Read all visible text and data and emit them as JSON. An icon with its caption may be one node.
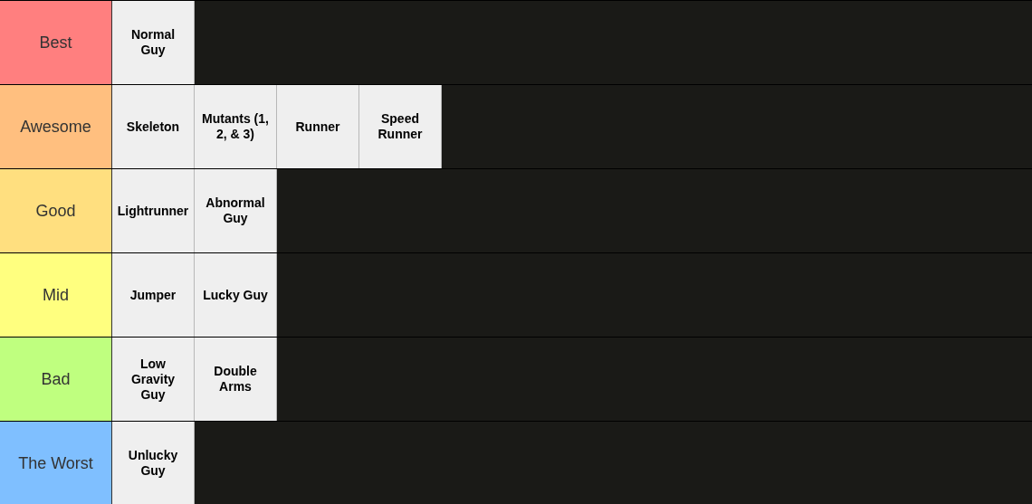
{
  "diagram": {
    "nodes": [
      {
        "text": [
          "Best"
        ]
      },
      {
        "text": [
          "Normal Guy"
        ],
        "in": 0
      },
      {
        "text": [
          "Awesome"
        ]
      },
      {
        "text": [
          "Skeleton"
        ],
        "in": 2
      },
      {
        "text": [
          "Mutants (1, 2, & 3)"
        ],
        "in": 2
      },
      {
        "text": [
          "Runner"
        ],
        "in": 2
      },
      {
        "text": [
          "Speed Runner"
        ],
        "in": 2
      },
      {
        "text": [
          "Good"
        ]
      },
      {
        "text": [
          "Lightrunner"
        ],
        "in": 7
      },
      {
        "text": [
          "Abnormal Guy"
        ],
        "in": 7
      },
      {
        "text": [
          "Mid"
        ]
      },
      {
        "text": [
          "Jumper"
        ],
        "in": 10
      },
      {
        "text": [
          "Lucky Guy"
        ],
        "in": 10
      },
      {
        "text": [
          "Bad"
        ]
      },
      {
        "text": [
          "Low Gravity Guy"
        ],
        "in": 13
      },
      {
        "text": [
          "Double Arms"
        ],
        "in": 13
      },
      {
        "text": [
          "The Worst"
        ]
      },
      {
        "text": [
          "Unlucky Guy"
        ],
        "in": 16
      }
    ]
  }
}
